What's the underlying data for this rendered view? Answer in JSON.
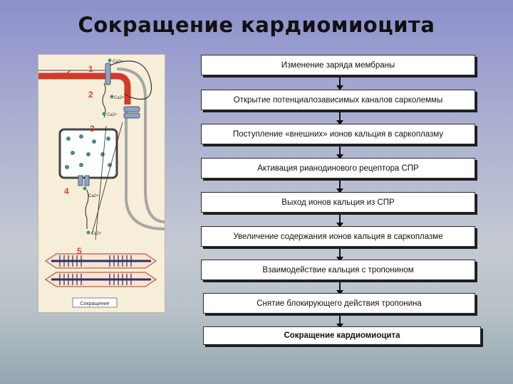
{
  "title": "Сокращение кардиомиоцита",
  "figure": {
    "numbers": [
      "1",
      "2",
      "3",
      "4",
      "5"
    ],
    "ion_labels": [
      "Ca2+",
      "Ca2+",
      "Ca2+",
      "Ca2+",
      "Ca2+"
    ],
    "legend_label": "Сокращение",
    "accent_color": "#d23a2a",
    "number_color": "#e0442e"
  },
  "steps": [
    "Изменение заряда мембраны",
    "Открытие потенциалозависимых каналов сарколеммы",
    "Поступление «внешних» ионов кальция в саркоплазму",
    "Активация рианодинового рецептора СПР",
    "Выход ионов кальция из СПР",
    "Увеличение содержания ионов кальция в саркоплазме",
    "Взаимодействие кальция с тропонином",
    "Снятие блокирующего действия тропонина",
    "Сокращение кардиомиоцита"
  ]
}
